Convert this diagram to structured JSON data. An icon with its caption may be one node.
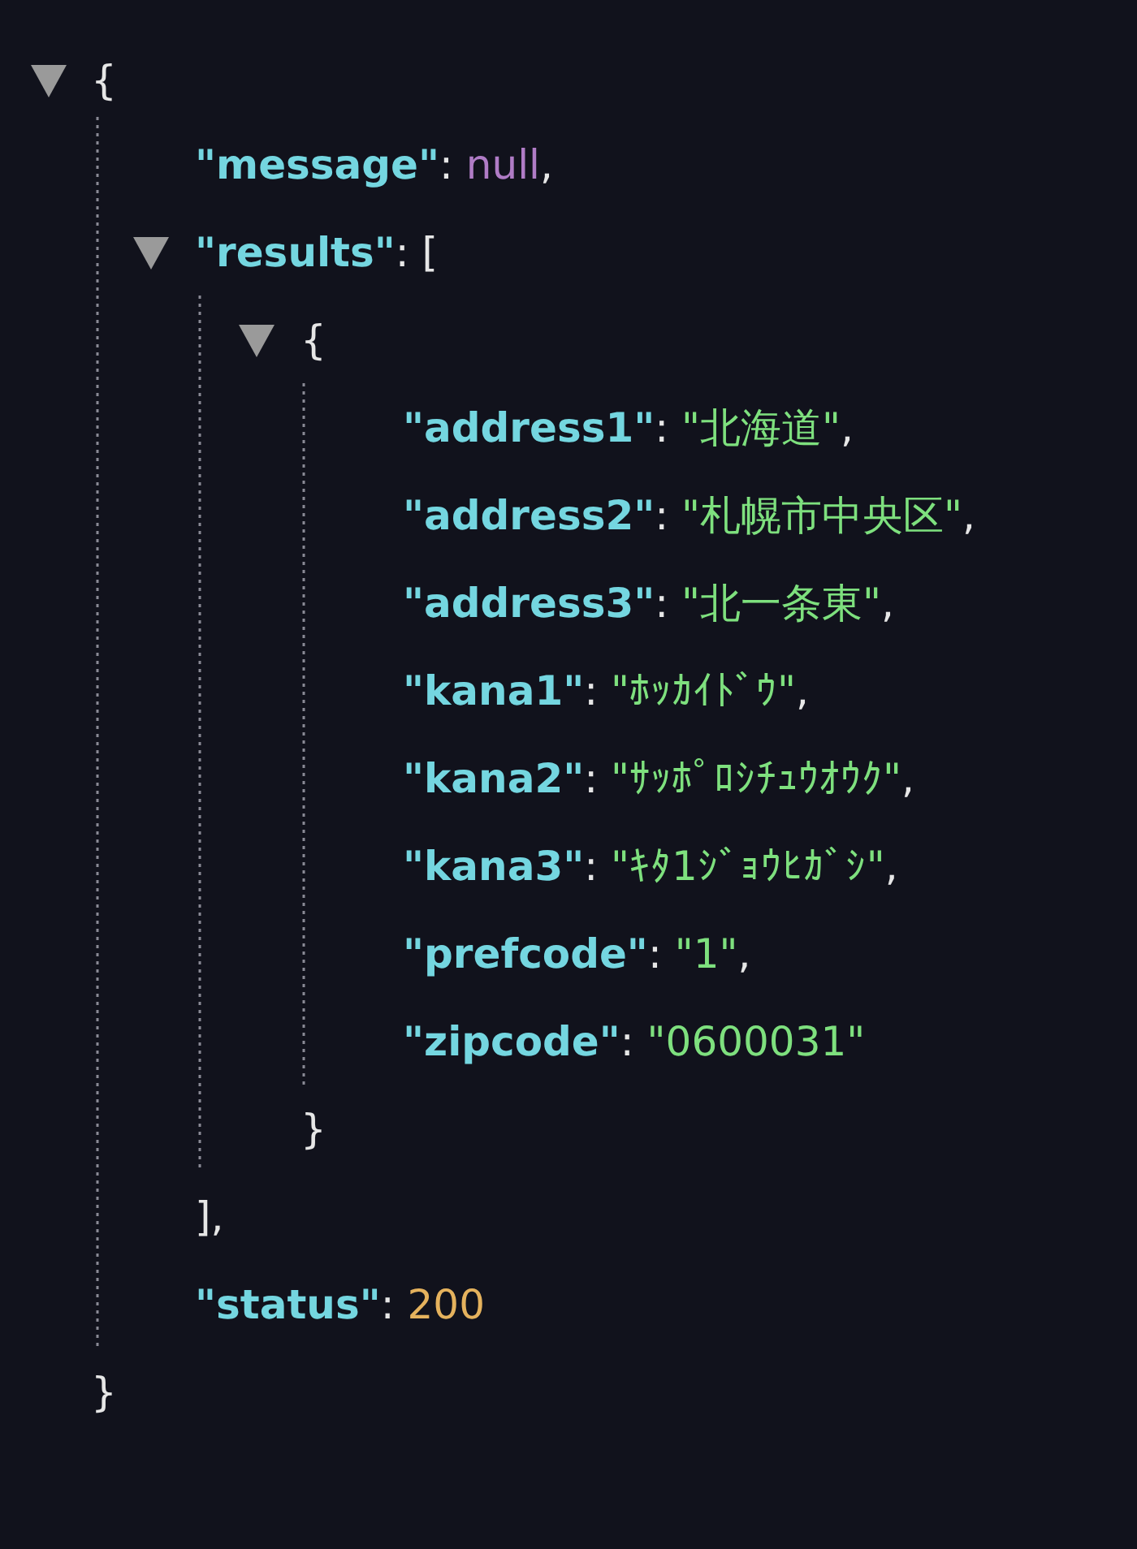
{
  "diagram": {
    "labels": [
      "{",
      "\"message\": null,",
      "\"results\": [",
      "{",
      "\"address1\": \"北海道\",",
      "\"address2\": \"札幌市中央区\",",
      "\"address3\": \"北一条東\",",
      "\"kana1\": \"ﾎｯｶｲﾄﾞｳ\",",
      "\"kana2\": \"ｻｯﾎﾟﾛｼﾁｭｳｵｳｸ\",",
      "\"kana3\": \"ｷﾀ1ｼﾞｮｳﾋｶﾞｼ\",",
      "\"prefcode\": \"1\",",
      "\"zipcode\": \"0600031\"",
      "}",
      "],",
      "\"status\": 200",
      "}"
    ]
  }
}
